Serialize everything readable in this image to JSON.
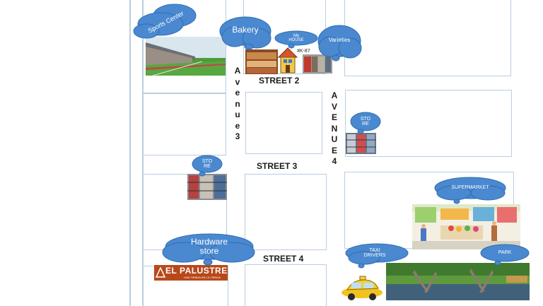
{
  "streets": {
    "street2": "STREET 2",
    "street3": "STREET 3",
    "street4": "STREET 4",
    "avenue3_letters": [
      "A",
      "v",
      "e",
      "n",
      "u",
      "e",
      "3"
    ],
    "avenue4_letters": [
      "A",
      "V",
      "E",
      "N",
      "U",
      "E",
      "4"
    ]
  },
  "places": {
    "sports_center": "Sports Center",
    "bakery": "Bakery",
    "my_house": "My HOUSE",
    "house_number": "#K-87",
    "varieties": "Varieties",
    "store_right": "STO RE",
    "store_left": "STO RE",
    "supermarket": "SUPERMARKET",
    "hardware_store": "Hardware store",
    "el_palustre": "EL PALUSTRE",
    "el_palustre_tagline": "UNA TIENDA EN LA TIENDA",
    "taxi_drivers": "TAXI DRIVERS",
    "park": "PARK"
  },
  "colors": {
    "cloud": "#4a89d0",
    "street_line": "#b9cde3",
    "palustre_bg": "#b8481a"
  }
}
